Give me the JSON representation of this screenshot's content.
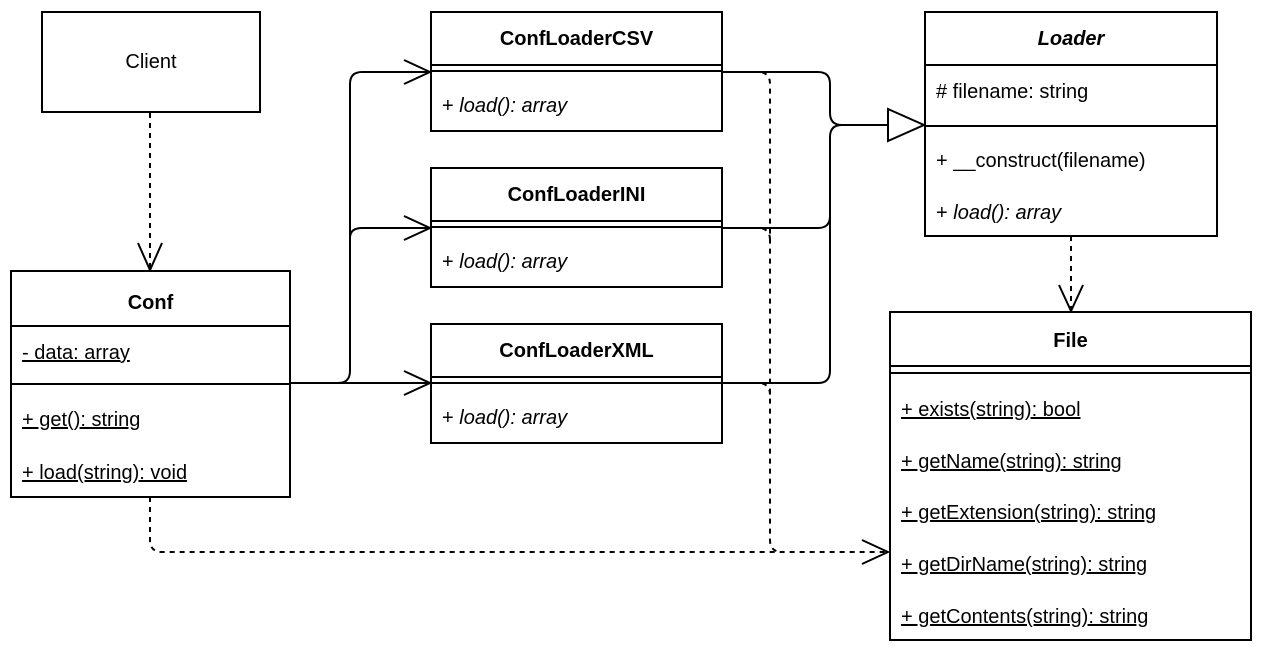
{
  "classes": {
    "client": {
      "name": "Client"
    },
    "conf": {
      "name": "Conf",
      "attributes": [
        "- data: array"
      ],
      "methods": [
        "+ get(): string",
        "+ load(string): void"
      ]
    },
    "csv": {
      "name": "ConfLoaderCSV",
      "method_prefix": "+ ",
      "method": "load(): array"
    },
    "ini": {
      "name": "ConfLoaderINI",
      "method_prefix": "+ ",
      "method": "load(): array"
    },
    "xml": {
      "name": "ConfLoaderXML",
      "method_prefix": "+ ",
      "method": "load(): array"
    },
    "loader": {
      "name": "Loader",
      "attribute": "# filename: string",
      "constructor": "+ __construct(filename)",
      "method_prefix": "+ ",
      "method": "load(): array"
    },
    "file": {
      "name": "File",
      "methods": [
        "+ exists(string): bool",
        "+ getName(string): string",
        "+ getExtension(string): string",
        "+ getDirName(string): string",
        "+ getContents(string): string"
      ]
    }
  }
}
